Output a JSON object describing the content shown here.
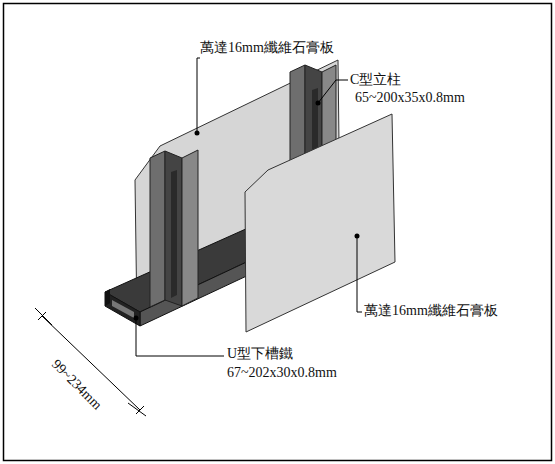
{
  "diagram": {
    "labels": [
      "萬達16mm纖維石膏板",
      "C型立柱",
      "65~200x35x0.8mm",
      "萬達16mm纖維石膏板",
      "U型下槽鐵",
      "67~202x30x0.8mm",
      "99~234mm"
    ]
  }
}
